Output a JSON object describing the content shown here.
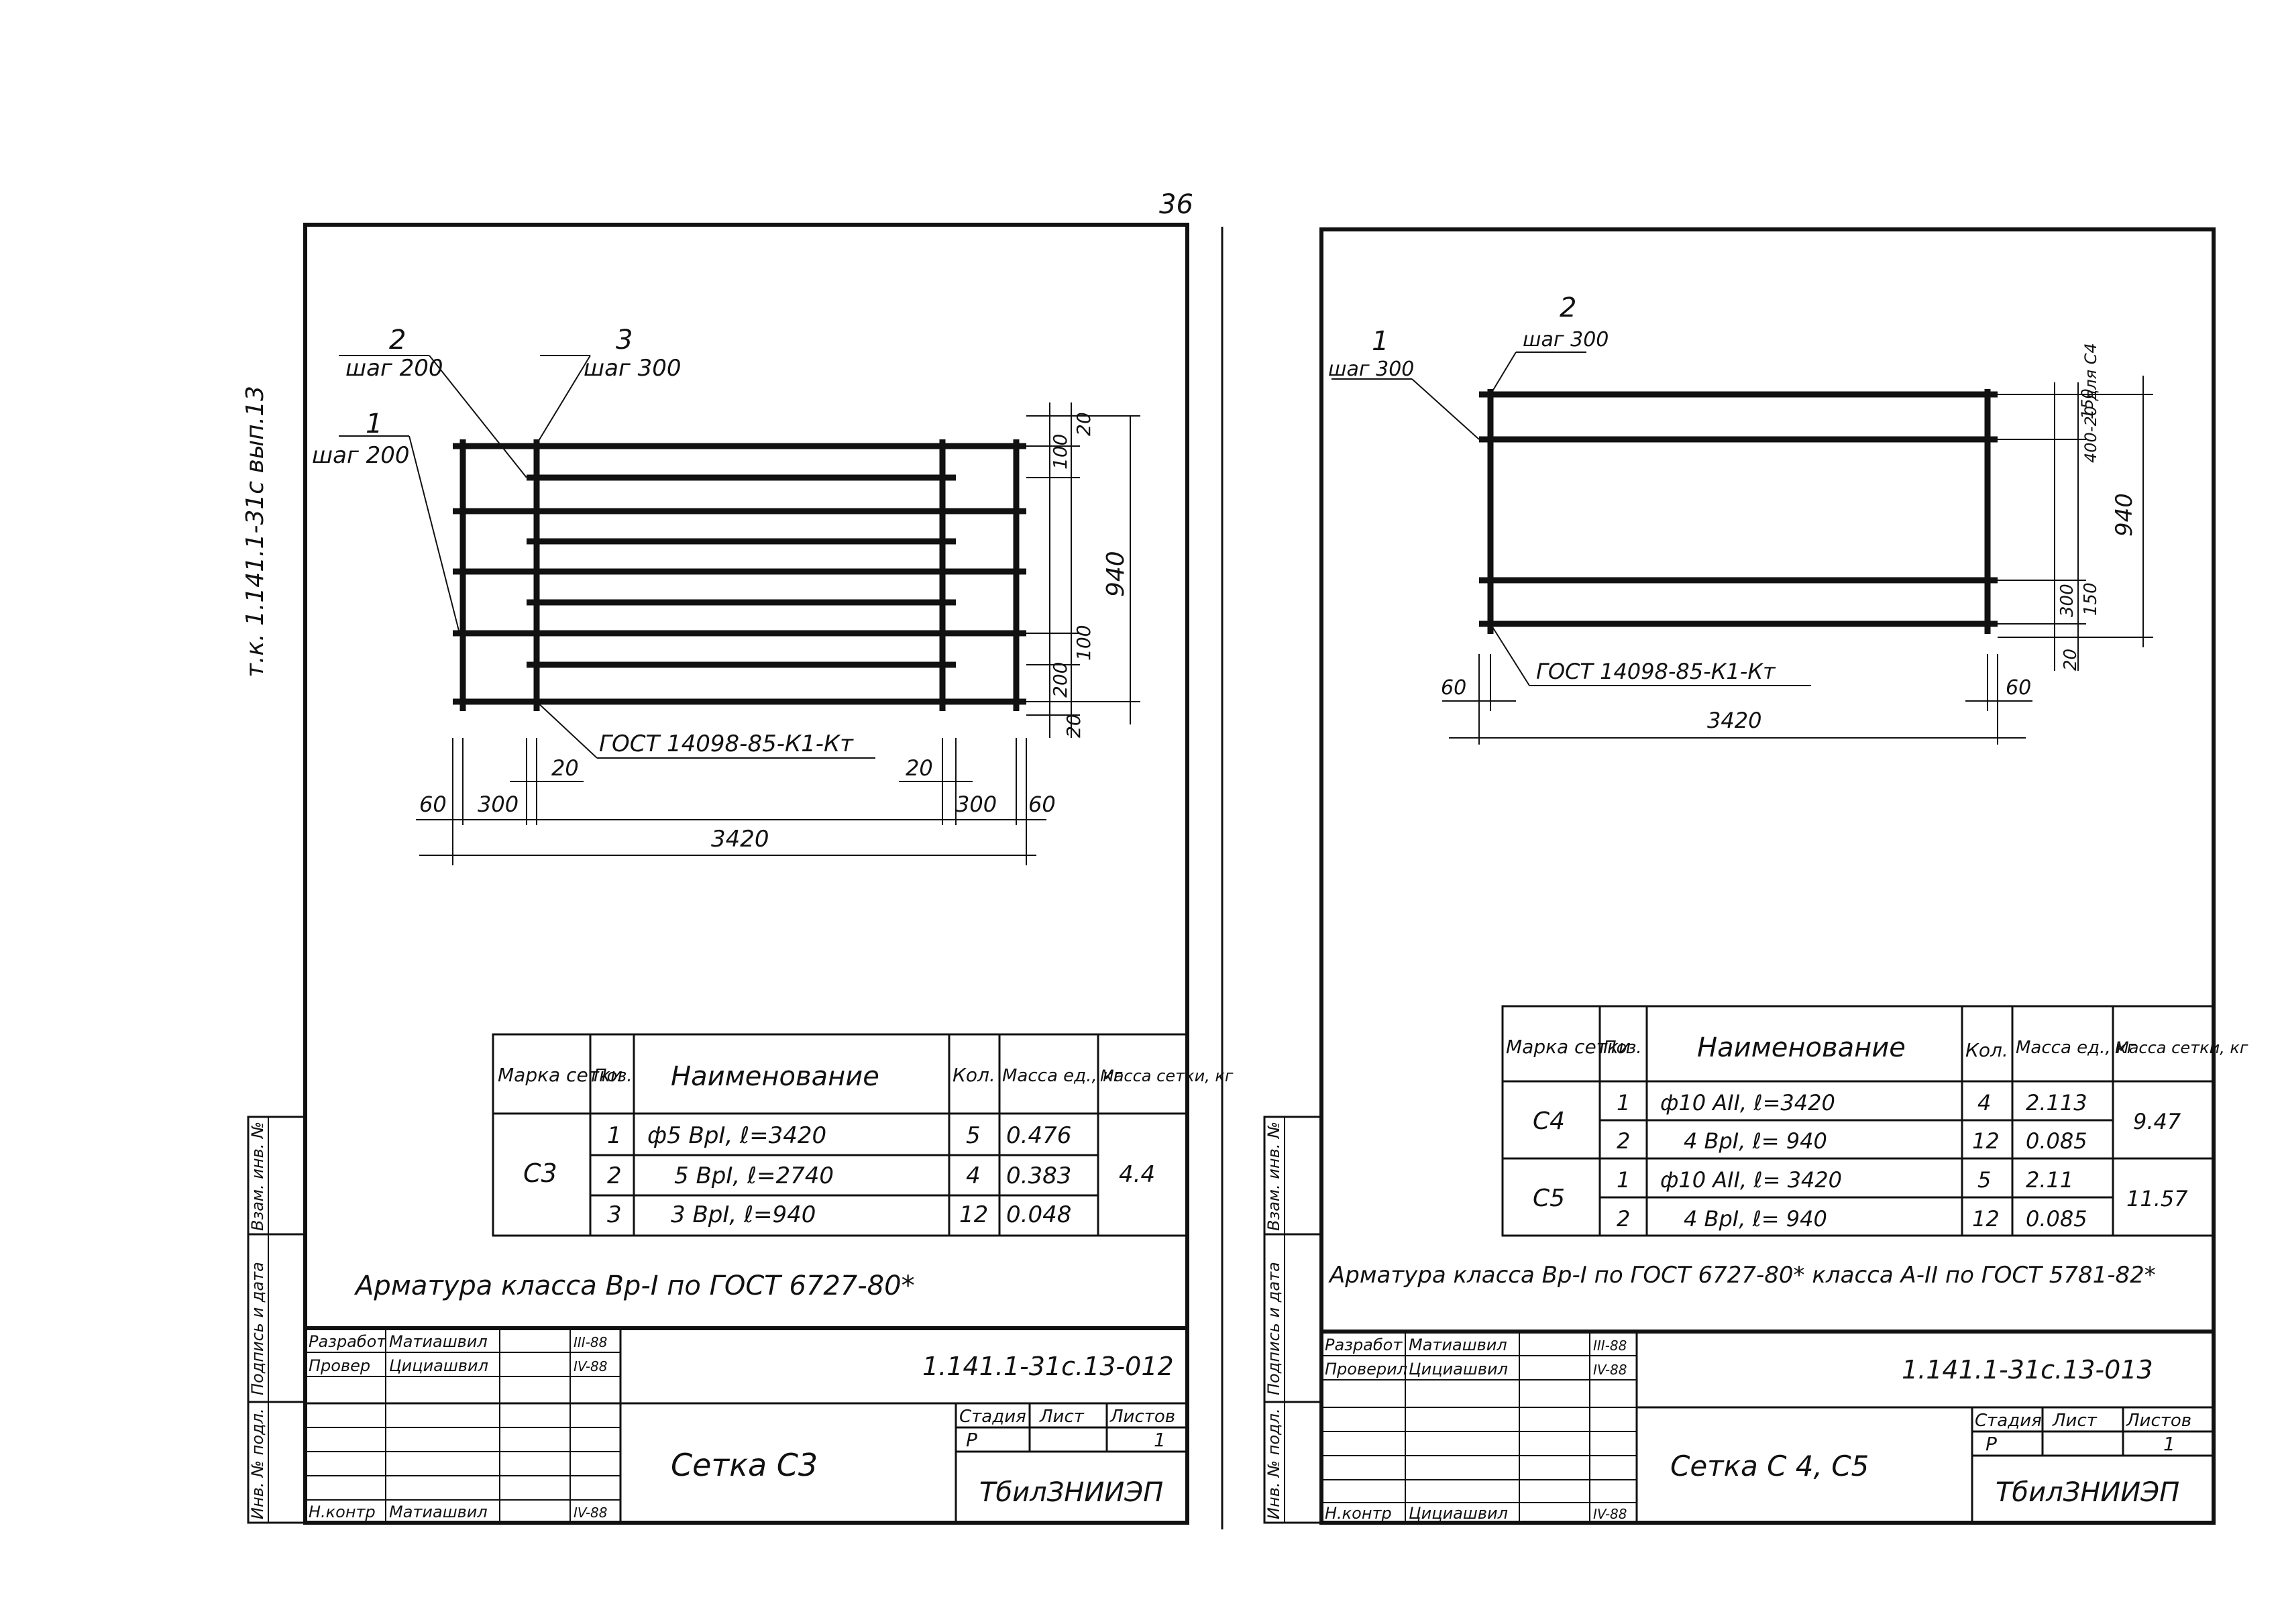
{
  "page_number": "36",
  "side_stamp": "т.к. 1.141.1-31с  вып.13",
  "left_sheet": {
    "callouts": {
      "c1_num": "1",
      "c1_text": "шаг 200",
      "c2_num": "2",
      "c2_text": "шаг 200",
      "c3_num": "3",
      "c3_text": "шаг 300"
    },
    "dims": {
      "right_20_top": "20",
      "right_100_top": "100",
      "right_940": "940",
      "right_100_bot": "100",
      "right_200": "200",
      "right_20_bot": "20",
      "bottom_60_l": "60",
      "bottom_300_l": "300",
      "bottom_20_l": "20",
      "bottom_20_r": "20",
      "bottom_300_r": "300",
      "bottom_60_r": "60",
      "total": "3420"
    },
    "gost_label": "ГОСТ 14098-85-К1-Кт",
    "spec_table": {
      "headers": {
        "mark": "Марка сетки",
        "pos": "Поз.",
        "name": "Наименование",
        "qty": "Кол.",
        "unit_mass": "Масса ед., кг",
        "net_mass": "Масса сетки, кг"
      },
      "mark": "С3",
      "net_mass": "4.4",
      "rows": [
        {
          "pos": "1",
          "name": "ф5 ВрI, ℓ=3420",
          "qty": "5",
          "mass": "0.476"
        },
        {
          "pos": "2",
          "name": "5 ВрI, ℓ=2740",
          "qty": "4",
          "mass": "0.383"
        },
        {
          "pos": "3",
          "name": "3 ВрI, ℓ=940",
          "qty": "12",
          "mass": "0.048"
        }
      ]
    },
    "note": "Арматура класса Вр-I по ГОСТ 6727-80*",
    "title_block": {
      "row1_role": "Разработ",
      "row1_name": "Матиашвил",
      "row1_date": "III-88",
      "row2_role": "Провер",
      "row2_name": "Цициашвил",
      "row2_date": "IV-88",
      "row3_role": "Н.контр",
      "row3_name": "Матиашвил",
      "row3_date": "IV-88",
      "doc_code": "1.141.1-31с.13-012",
      "stage_label": "Стадия",
      "sheet_label": "Лист",
      "sheets_label": "Листов",
      "stage": "Р",
      "sheet": "1",
      "title": "Сетка С3",
      "org": "ТбилЗНИИЭП"
    }
  },
  "right_sheet": {
    "callouts": {
      "c1_num": "1",
      "c1_text": "шаг 300",
      "c2_num": "2",
      "c2_text": "шаг 300"
    },
    "dims": {
      "right_top": "400-20 для С4",
      "right_top_b": "150",
      "right_940": "940",
      "right_300": "300",
      "right_150": "150",
      "right_20": "20",
      "left_60": "60",
      "right_60": "60",
      "total": "3420"
    },
    "gost_label": "ГОСТ 14098-85-К1-Кт",
    "spec_table": {
      "headers": {
        "mark": "Марка сетки",
        "pos": "Поз.",
        "name": "Наименование",
        "qty": "Кол.",
        "unit_mass": "Масса ед., кг",
        "net_mass": "Масса сетки, кг"
      },
      "groups": [
        {
          "mark": "С4",
          "net_mass": "9.47",
          "rows": [
            {
              "pos": "1",
              "name": "ф10 АII, ℓ=3420",
              "qty": "4",
              "mass": "2.113"
            },
            {
              "pos": "2",
              "name": "4 ВрI, ℓ= 940",
              "qty": "12",
              "mass": "0.085"
            }
          ]
        },
        {
          "mark": "С5",
          "net_mass": "11.57",
          "rows": [
            {
              "pos": "1",
              "name": "ф10 АII, ℓ= 3420",
              "qty": "5",
              "mass": "2.11"
            },
            {
              "pos": "2",
              "name": "4 ВрI, ℓ= 940",
              "qty": "12",
              "mass": "0.085"
            }
          ]
        }
      ]
    },
    "note": "Арматура класса Вр-I по ГОСТ 6727-80* класса А-II по ГОСТ 5781-82*",
    "title_block": {
      "row1_role": "Разработ",
      "row1_name": "Матиашвил",
      "row1_date": "III-88",
      "row2_role": "Проверил",
      "row2_name": "Цициашвил",
      "row2_date": "IV-88",
      "row3_role": "Н.контр",
      "row3_name": "Цициашвил",
      "row3_date": "IV-88",
      "doc_code": "1.141.1-31с.13-013",
      "stage_label": "Стадия",
      "sheet_label": "Лист",
      "sheets_label": "Листов",
      "stage": "Р",
      "sheet": "1",
      "title": "Сетка С 4, С5",
      "org": "ТбилЗНИИЭП"
    }
  },
  "stamp_columns": {
    "c1": "Взам. инв. №",
    "c2": "Подпись и дата",
    "c3": "Инв. № подл."
  }
}
